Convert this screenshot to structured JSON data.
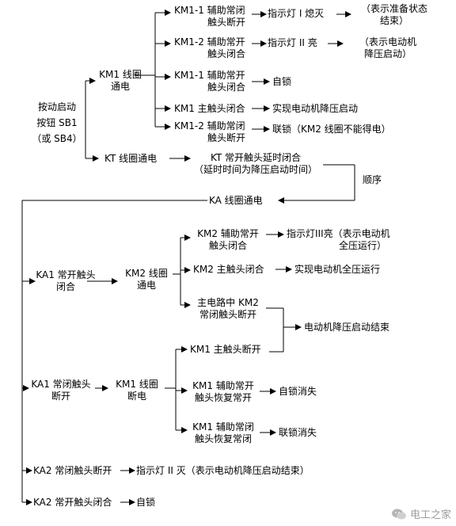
{
  "nodes": {
    "start": [
      "按动启动",
      "按钮 SB1",
      "（或 SB4）"
    ],
    "km1_coil": [
      "KM1 线圈",
      "通电"
    ],
    "km1_aux_nc_1": [
      "KM1-1 辅助常闭",
      "触头断开"
    ],
    "lamp1_off": "指示灯 I 熄灭",
    "note_ready": [
      "（表示准备状态",
      "结束）"
    ],
    "km1_aux_no_2": [
      "KM1-2 辅助常开",
      "触头闭合"
    ],
    "lamp2_on": "指示灯 II 亮",
    "note_reduced": [
      "（表示电动机",
      "降压启动）"
    ],
    "km1_aux_no_1": [
      "KM1-1 辅助常开",
      "触头闭合"
    ],
    "self_lock_1": "自锁",
    "km1_main_close": "KM1 主触头闭合",
    "reduced_start": "实现电动机降压启动",
    "km1_aux_nc_2": [
      "KM1-2 辅助常闭",
      "触头断开"
    ],
    "interlock": "联锁（KM2 线圈不能得电）",
    "kt_coil": "KT 线圈通电",
    "kt_no_delay": [
      "KT 常开触头延时闭合",
      "（延时时间为降压启动时间）"
    ],
    "sequence": "顺序",
    "ka_coil": "KA 线圈通电",
    "ka1_no": [
      "KA1 常开触头",
      "闭合"
    ],
    "km2_coil": [
      "KM2 线圈",
      "通电"
    ],
    "km2_aux_no": [
      "KM2 辅助常开",
      "触头闭合"
    ],
    "lamp3_on": "指示灯III亮（表示电动机",
    "lamp3_on_2": "全压运行）",
    "km2_main_close": "KM2 主触头闭合",
    "full_run": "实现电动机全压运行",
    "main_km2_nc": [
      "主电路中 KM2",
      "常闭触头断开"
    ],
    "reduced_end": "电动机降压启动结束",
    "ka1_nc": [
      "KA1 常闭触头",
      "断开"
    ],
    "km1_coil_off": [
      "KM1 线圈",
      "断电"
    ],
    "km1_main_open": "KM1 主触头断开",
    "km1_aux_no_reset": [
      "KM1 辅助常开",
      "触头恢复常开"
    ],
    "self_lock_gone": "自锁消失",
    "km1_aux_nc_reset": [
      "KM1 辅助常闭",
      "触头恢复常闭"
    ],
    "interlock_gone": "联锁消失",
    "ka2_nc": "KA2 常闭触头断开",
    "lamp2_off": "指示灯 II 灭（表示电动机降压启动结束）",
    "ka2_no": "KA2 常开触头闭合",
    "self_lock_2": "自锁"
  },
  "watermark": "电工之家"
}
